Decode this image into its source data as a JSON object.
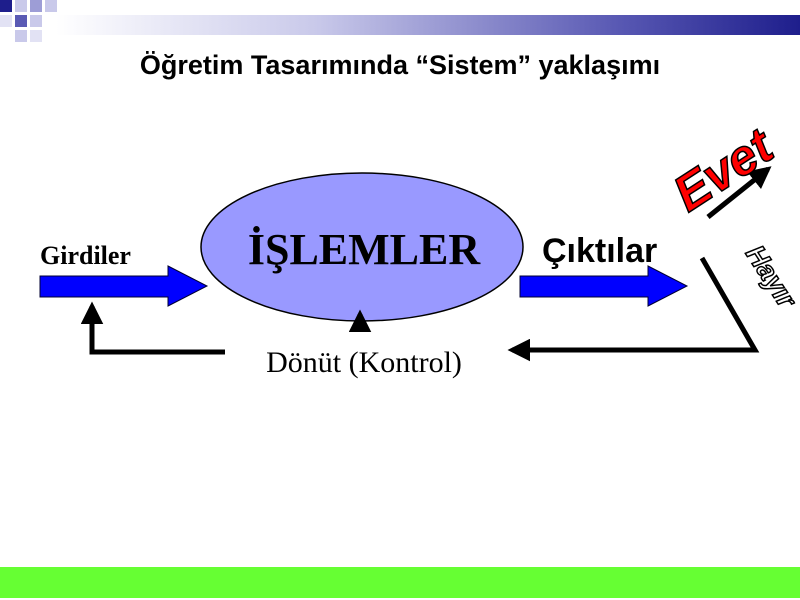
{
  "title": "Öğretim Tasarımında “Sistem” yaklaşımı",
  "diagram": {
    "inputs_label": "Girdiler",
    "process_label": "İŞLEMLER",
    "outputs_label": "Çıktılar",
    "feedback_label": "Dönüt (Kontrol)",
    "yes_label": "Evet",
    "no_label": "Hayır"
  },
  "colors": {
    "arrow_blue": "#0000ff",
    "ellipse_fill": "#9999ff",
    "yes_red": "#ff0000",
    "footer_green": "#66ff33",
    "header_navy": "#1e1e8c"
  }
}
